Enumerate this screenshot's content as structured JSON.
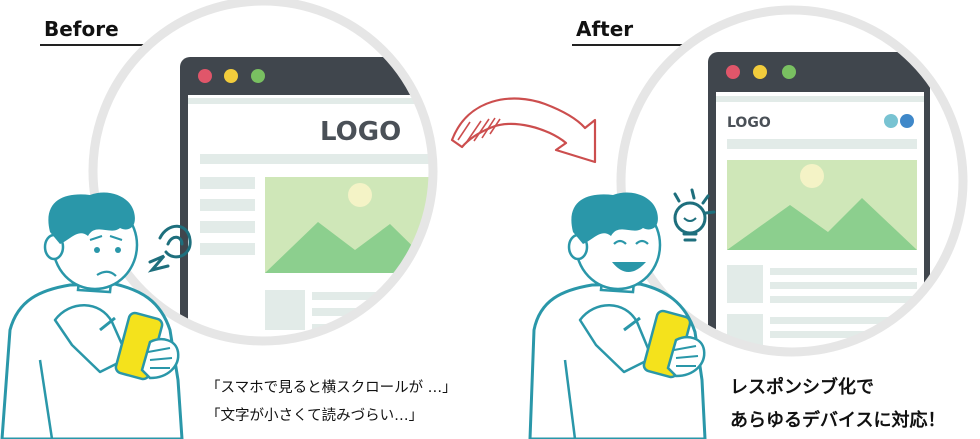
{
  "before": {
    "heading": "Before",
    "logo": "LOGO",
    "captions": [
      "「スマホで見ると横スクロールが …」",
      "「文字が小さくて読みづらい…」"
    ]
  },
  "after": {
    "heading": "After",
    "logo": "LOGO",
    "captions": [
      "レスポンシブ化で",
      "あらゆるデバイスに対応！"
    ]
  },
  "colors": {
    "circle": "#e6e6e6",
    "browser_frame": "#40464d",
    "dot_red": "#e0566a",
    "dot_yellow": "#f2cc3c",
    "dot_green": "#79c061",
    "content_block": "#e2ebe8",
    "image_bg": "#cfe7b8",
    "mountain": "#8ccf8e",
    "sun": "#f4f3c6",
    "arrow": "#cc4e4e",
    "person_teal": "#2a97a9",
    "phone_yellow": "#f4e21c"
  }
}
